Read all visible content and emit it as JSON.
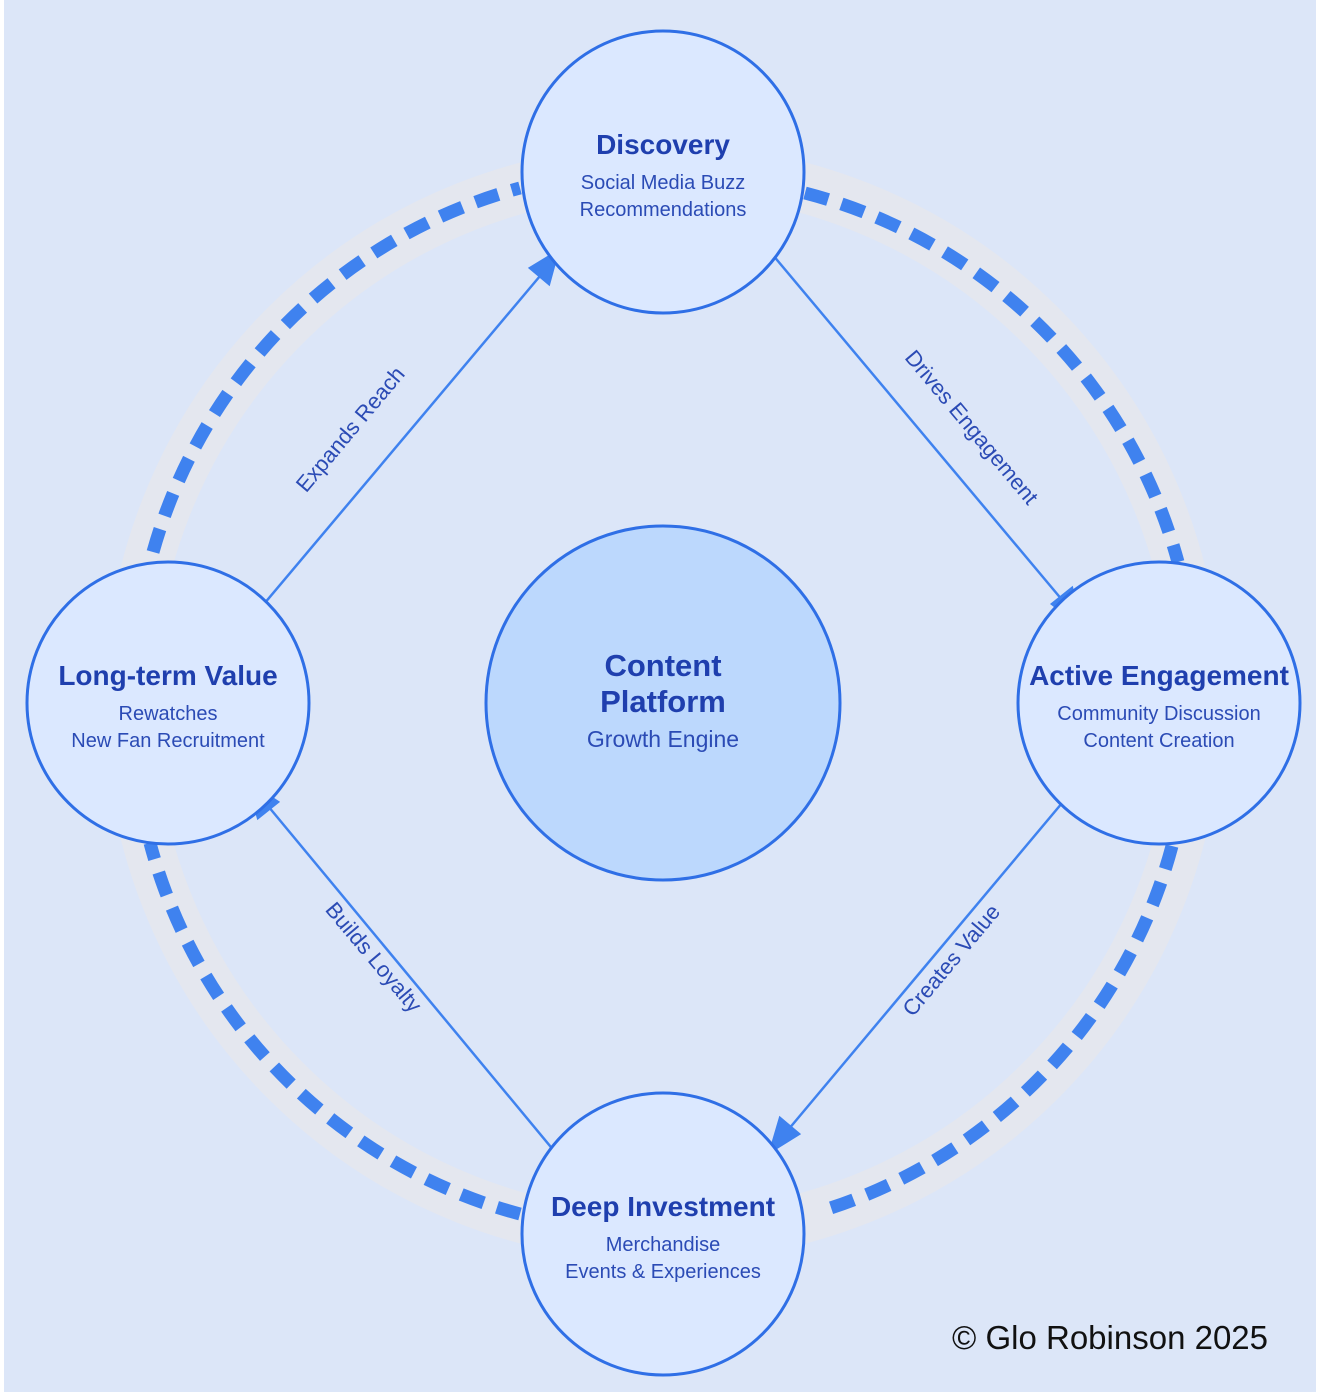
{
  "colors": {
    "background": "#dce6f8",
    "ring": "#e4e7ef",
    "dash": "#3f82ef",
    "node_fill": "#dbe8ff",
    "node_stroke": "#2f6fe6",
    "center_fill": "#bcd8fd",
    "arrow": "#3f82ef",
    "title_text": "#1f3fae"
  },
  "center": {
    "title_line1": "Content",
    "title_line2": "Platform",
    "subtitle": "Growth Engine"
  },
  "nodes": {
    "discovery": {
      "title": "Discovery",
      "line1": "Social Media Buzz",
      "line2": "Recommendations"
    },
    "engagement": {
      "title": "Active Engagement",
      "line1": "Community Discussion",
      "line2": "Content Creation"
    },
    "investment": {
      "title": "Deep Investment",
      "line1": "Merchandise",
      "line2": "Events & Experiences"
    },
    "longterm": {
      "title": "Long-term Value",
      "line1": "Rewatches",
      "line2": "New Fan Recruitment"
    }
  },
  "edges": {
    "drives": "Drives Engagement",
    "creates": "Creates Value",
    "builds": "Builds Loyalty",
    "expands": "Expands Reach"
  },
  "copyright": "© Glo Robinson 2025"
}
